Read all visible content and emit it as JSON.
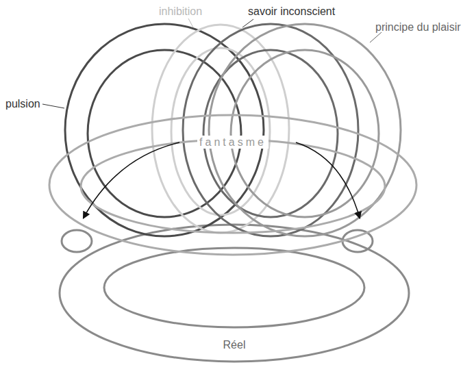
{
  "diagram": {
    "labels": [
      "inhibition",
      "savoir inconscient",
      "principe du plaisir",
      "pulsion",
      "fantasme",
      "Réel"
    ]
  }
}
